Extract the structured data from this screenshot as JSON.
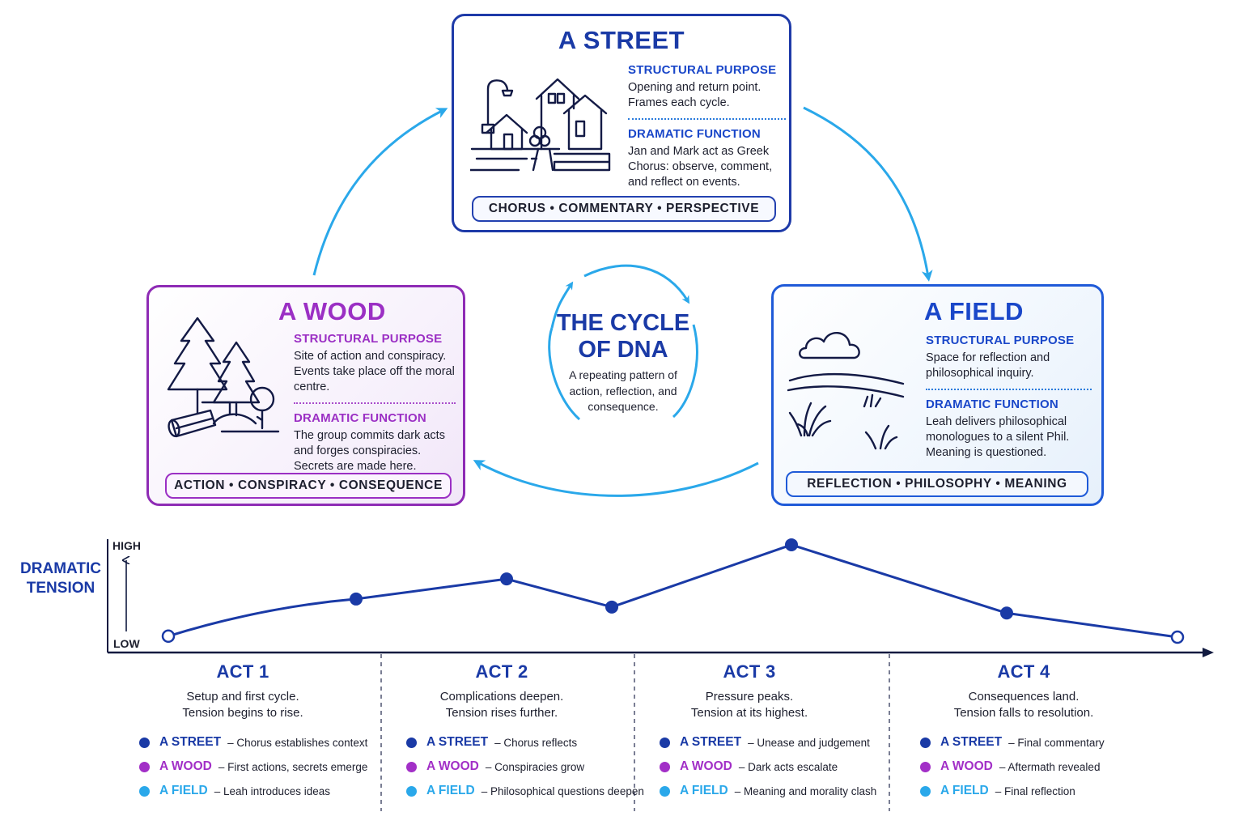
{
  "locations": {
    "street": {
      "title": "A STREET",
      "purpose_label": "STRUCTURAL PURPOSE",
      "purpose_text": "Opening and return point. Frames each cycle.",
      "function_label": "DRAMATIC FUNCTION",
      "function_text": "Jan and Mark act as Greek Chorus: observe, comment, and reflect on events.",
      "tags": "CHORUS • COMMENTARY • PERSPECTIVE",
      "icon": "street-houses-icon"
    },
    "wood": {
      "title": "A WOOD",
      "purpose_label": "STRUCTURAL PURPOSE",
      "purpose_text": "Site of action and conspiracy. Events take place off the moral centre.",
      "function_label": "DRAMATIC FUNCTION",
      "function_text": "The group commits dark acts and forges conspiracies. Secrets are made here.",
      "tags": "ACTION • CONSPIRACY • CONSEQUENCE",
      "icon": "forest-trees-icon"
    },
    "field": {
      "title": "A  FIELD",
      "purpose_label": "STRUCTURAL PURPOSE",
      "purpose_text": "Space for reflection and philosophical inquiry.",
      "function_label": "DRAMATIC FUNCTION",
      "function_text": "Leah delivers philosophical monologues to a silent Phil. Meaning is questioned.",
      "tags": "REFLECTION • PHILOSOPHY • MEANING",
      "icon": "field-cloud-grass-icon"
    }
  },
  "cycle": {
    "title_line1": "THE CYCLE",
    "title_line2": "OF DNA",
    "subtitle": "A repeating pattern of action, reflection, and consequence."
  },
  "colors": {
    "street": "#1a3aa6",
    "wood": "#a22fc7",
    "field": "#2aa8ea",
    "arrow": "#2aa8ea",
    "line": "#1a3aa6"
  },
  "tension": {
    "label_line1": "DRAMATIC",
    "label_line2": "TENSION",
    "high_label": "HIGH",
    "low_label": "LOW",
    "points": [
      0.05,
      0.42,
      0.62,
      0.34,
      0.96,
      0.28,
      0.04
    ],
    "point_style": [
      "open",
      "filled",
      "filled",
      "filled",
      "filled",
      "filled",
      "open"
    ]
  },
  "acts": [
    {
      "title": "ACT 1",
      "desc1": "Setup and first cycle.",
      "desc2": "Tension begins to rise.",
      "items": [
        {
          "place": "A STREET",
          "note": "– Chorus establishes context"
        },
        {
          "place": "A WOOD",
          "note": "– First actions, secrets emerge"
        },
        {
          "place": "A FIELD",
          "note": "– Leah introduces ideas"
        }
      ]
    },
    {
      "title": "ACT 2",
      "desc1": "Complications deepen.",
      "desc2": "Tension rises further.",
      "items": [
        {
          "place": "A STREET",
          "note": "– Chorus reflects"
        },
        {
          "place": "A WOOD",
          "note": "– Conspiracies grow"
        },
        {
          "place": "A FIELD",
          "note": "– Philosophical questions deepen"
        }
      ]
    },
    {
      "title": "ACT 3",
      "desc1": "Pressure peaks.",
      "desc2": "Tension at its highest.",
      "items": [
        {
          "place": "A STREET",
          "note": "– Unease and judgement"
        },
        {
          "place": "A WOOD",
          "note": "– Dark acts escalate"
        },
        {
          "place": "A FIELD",
          "note": "– Meaning and morality clash"
        }
      ]
    },
    {
      "title": "ACT 4",
      "desc1": "Consequences land.",
      "desc2": "Tension falls to resolution.",
      "items": [
        {
          "place": "A STREET",
          "note": "– Final commentary"
        },
        {
          "place": "A WOOD",
          "note": "– Aftermath revealed"
        },
        {
          "place": "A FIELD",
          "note": "– Final reflection"
        }
      ]
    }
  ]
}
